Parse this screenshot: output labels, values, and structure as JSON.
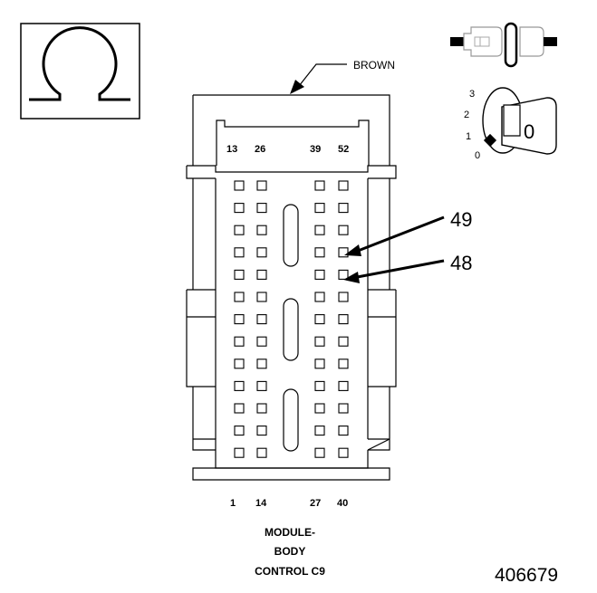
{
  "connector": {
    "color_label": "BROWN",
    "name_lines": [
      "MODULE-",
      "BODY",
      "CONTROL C9"
    ],
    "top_pin_labels": [
      "13",
      "26",
      "39",
      "52"
    ],
    "bottom_pin_labels": [
      "1",
      "14",
      "27",
      "40"
    ],
    "callouts": [
      "49",
      "48"
    ]
  },
  "icons": {
    "ohm_symbol": "ohmmeter-icon",
    "connector_symbol": "disconnected-connector-icon",
    "ignition_key": "ignition-key-icon"
  },
  "ignition_positions": [
    "3",
    "2",
    "1",
    "0"
  ],
  "key_label": "0",
  "figure_number": "406679"
}
